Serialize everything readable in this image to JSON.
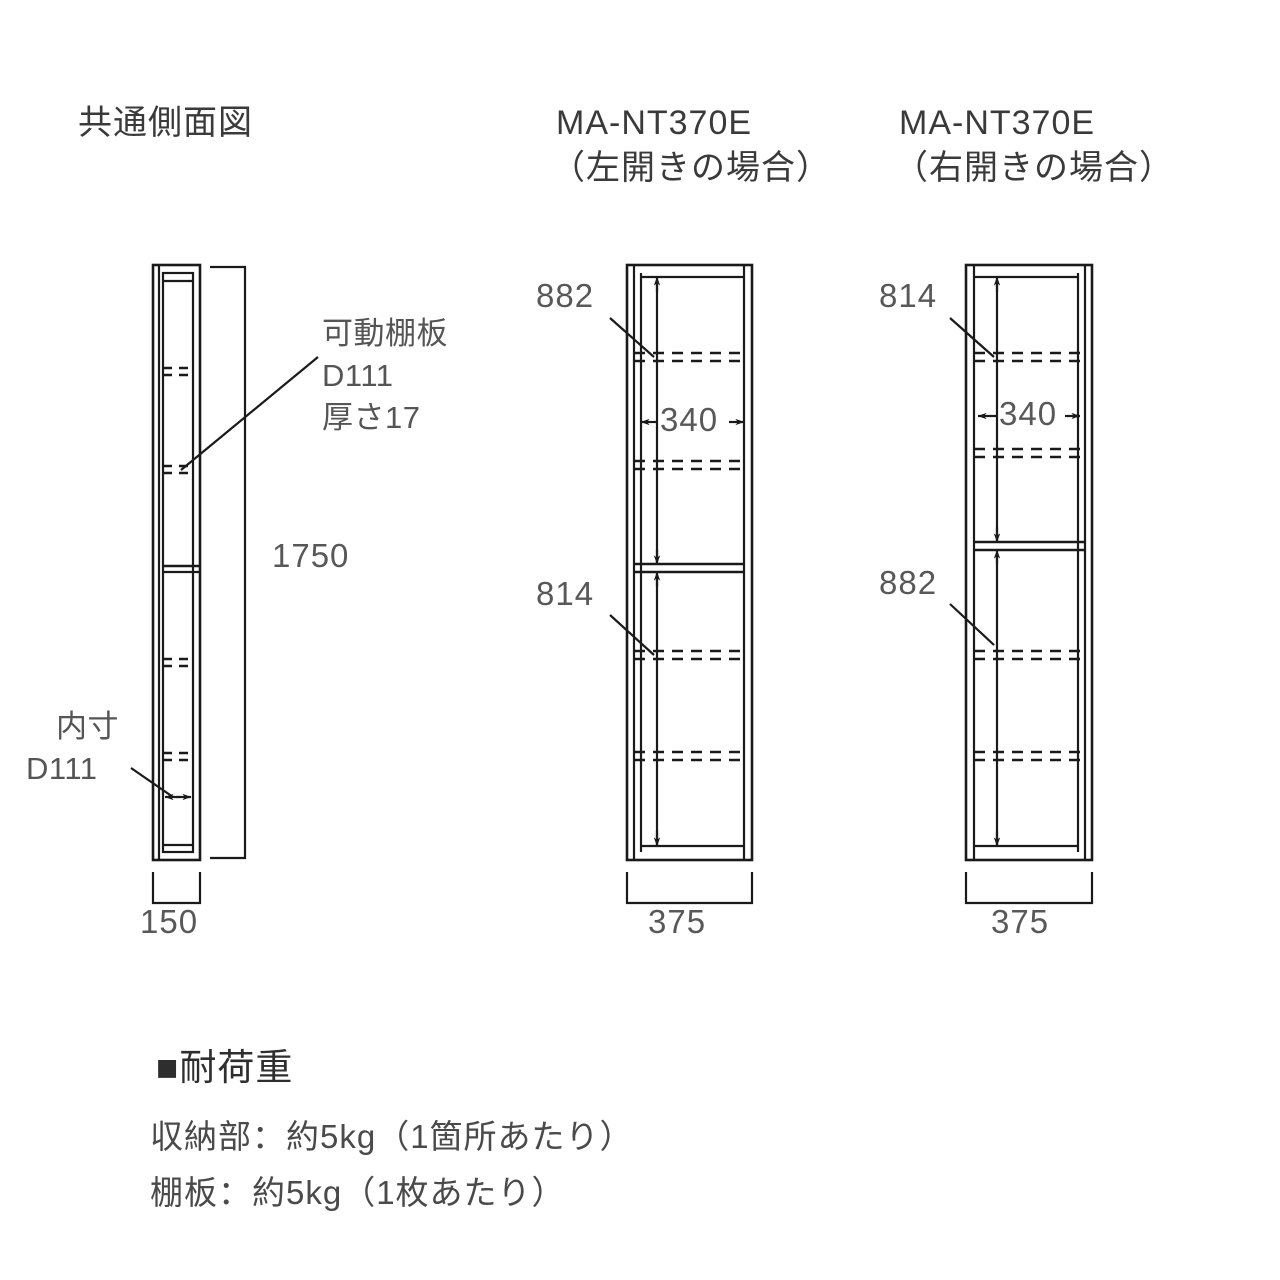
{
  "page": {
    "background": "#ffffff",
    "line_color": "#1a1a1a",
    "text_color": "#4a4a4a"
  },
  "views": {
    "side": {
      "title": "共通側面図",
      "shelf_note_line1": "可動棚板",
      "shelf_note_line2": "D111",
      "shelf_note_line3": "厚さ17",
      "inner_note_line1": "内寸",
      "inner_note_line2": "D111",
      "height_dim": "1750",
      "width_dim": "150"
    },
    "left_open": {
      "title_line1": "MA-NT370E",
      "title_line2": "（左開きの場合）",
      "upper_height_dim": "882",
      "lower_height_dim": "814",
      "inner_width_dim": "340",
      "width_dim": "375"
    },
    "right_open": {
      "title_line1": "MA-NT370E",
      "title_line2": "（右開きの場合）",
      "upper_height_dim": "814",
      "lower_height_dim": "882",
      "inner_width_dim": "340",
      "width_dim": "375"
    }
  },
  "load_capacity": {
    "heading": "■耐荷重",
    "line1": "収納部：約5kg（1箇所あたり）",
    "line2": "棚板：約5kg（1枚あたり）"
  },
  "drawing_data": {
    "type": "technical-drawing",
    "units": "mm",
    "overall_height": 1750,
    "side_view_depth": 150,
    "side_view_inner_depth": 111,
    "front_width": 375,
    "front_inner_width": 340,
    "shelf_depth": 111,
    "shelf_thickness": 17,
    "compartments_left_open": [
      882,
      814
    ],
    "compartments_right_open": [
      814,
      882
    ],
    "adjustable_shelves_per_compartment": 2,
    "load_storage_kg": 5,
    "load_shelf_kg": 5
  }
}
